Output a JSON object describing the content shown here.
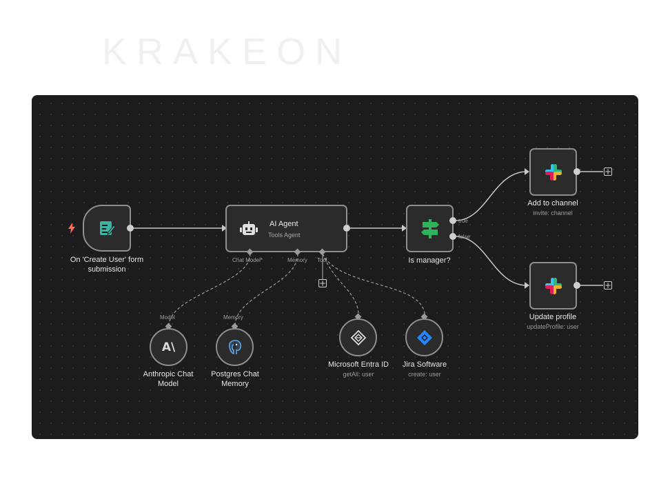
{
  "brand": "KRAKEON",
  "nodes": {
    "trigger": {
      "label_line1": "On 'Create User' form",
      "label_line2": "submission"
    },
    "agent": {
      "title": "AI Agent",
      "subtitle": "Tools Agent",
      "ports": {
        "chat_model": "Chat Model*",
        "memory": "Memory",
        "tool": "Tool"
      }
    },
    "if": {
      "label": "Is manager?",
      "true_label": "true",
      "false_label": "false"
    },
    "add_channel": {
      "label": "Add to channel",
      "sub": "invite: channel"
    },
    "update_profile": {
      "label": "Update profile",
      "sub": "updateProfile: user"
    },
    "anthropic": {
      "port": "Model",
      "label_line1": "Anthropic Chat",
      "label_line2": "Model",
      "glyph": "A\\"
    },
    "postgres": {
      "port": "Memory",
      "label_line1": "Postgres Chat",
      "label_line2": "Memory"
    },
    "entra": {
      "label": "Microsoft Entra ID",
      "sub": "getAll: user"
    },
    "jira": {
      "label": "Jira Software",
      "sub": "create: user"
    }
  },
  "icons": {
    "trigger_bolt": "lightning-icon",
    "form": "form-icon",
    "agent": "robot-icon",
    "if": "signpost-icon",
    "slack": "slack-icon",
    "anthropic": "anthropic-icon",
    "postgres": "postgres-icon",
    "entra": "entra-icon",
    "jira": "jira-icon",
    "plus": "+"
  },
  "colors": {
    "canvas": "#1c1c1c",
    "node_bg": "#2b2b2b",
    "node_border": "#8e8e93",
    "edge": "#c8c8c8",
    "teal": "#3bb4a6",
    "green": "#2fb35a",
    "bolt": "#ff6d5a",
    "jira_blue": "#2684ff"
  }
}
